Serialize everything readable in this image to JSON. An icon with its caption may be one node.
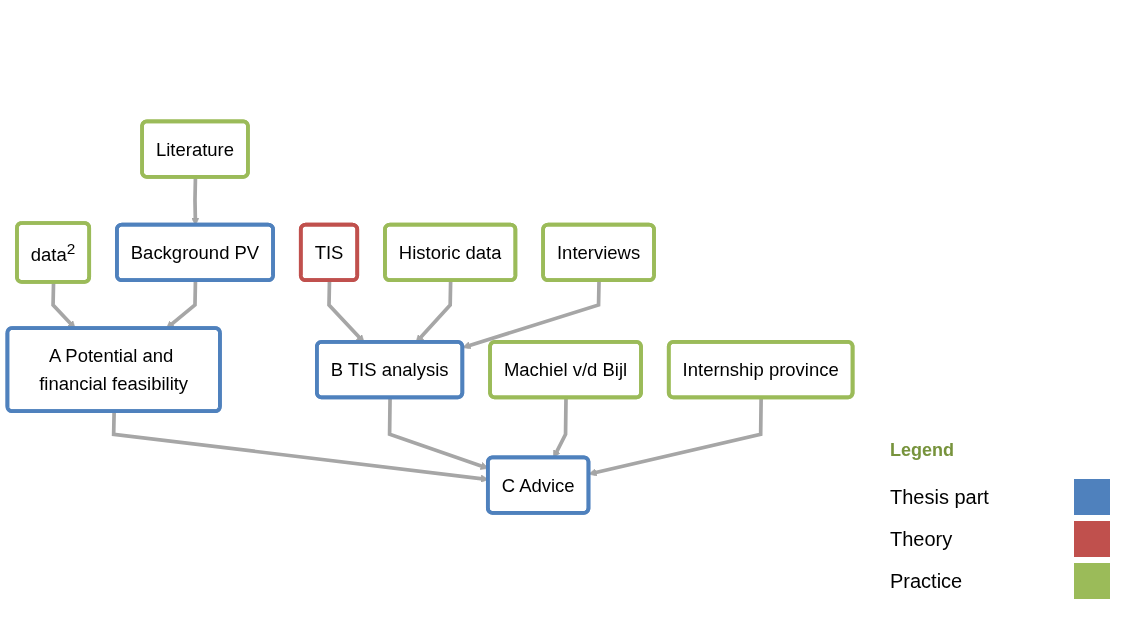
{
  "diagram": {
    "nodes": [
      {
        "text": [
          "Literature"
        ]
      },
      {
        "text": [
          "data$^{2}$"
        ]
      },
      {
        "text": [
          "Background PV"
        ]
      },
      {
        "text": [
          "TIS"
        ]
      },
      {
        "text": [
          "Historic data"
        ]
      },
      {
        "text": [
          "Interviews"
        ]
      },
      {
        "text": [
          "A Potential and financial feasibility"
        ]
      },
      {
        "text": [
          "B TIS analysis"
        ]
      },
      {
        "text": [
          "C Advice"
        ]
      },
      {
        "text": [
          "Machiel v/d Bijl"
        ]
      },
      {
        "text": [
          "Internship province"
        ]
      }
    ],
    "edges": [
      {
        "from": 0,
        "to": 2,
        "arrow": "to"
      },
      {
        "from": 1,
        "to": 6,
        "arrow": "to"
      },
      {
        "from": 2,
        "to": 6,
        "arrow": "to"
      },
      {
        "from": 3,
        "to": 7,
        "arrow": "to"
      },
      {
        "from": 4,
        "to": 7,
        "arrow": "to"
      },
      {
        "from": 5,
        "to": 7,
        "arrow": "to"
      },
      {
        "from": 6,
        "to": 8,
        "arrow": "to"
      },
      {
        "from": 7,
        "to": 8,
        "arrow": "to"
      },
      {
        "from": 9,
        "to": 8,
        "arrow": "to"
      },
      {
        "from": 10,
        "to": 8,
        "arrow": "to"
      }
    ],
    "labels": [
      "Legend"
    ],
    "legend": [
      {
        "text": "Thesis part",
        "color": "#4f81bd"
      },
      {
        "text": "Theory",
        "color": "#c0504d"
      },
      {
        "text": "Practice",
        "color": "#9bbb59"
      }
    ]
  }
}
